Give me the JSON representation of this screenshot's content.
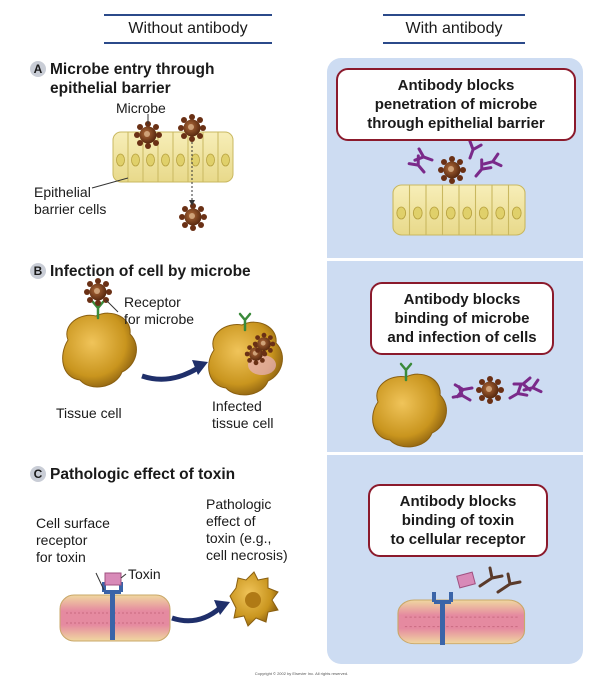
{
  "headers": {
    "left": "Without antibody",
    "right": "With antibody"
  },
  "sections": [
    {
      "letter": "A",
      "title_line1": "Microbe entry through",
      "title_line2": "epithelial barrier",
      "labels": {
        "microbe": "Microbe",
        "epithelial_line1": "Epithelial",
        "epithelial_line2": "barrier cells"
      },
      "callout_line1": "Antibody blocks",
      "callout_line2": "penetration of microbe",
      "callout_line3": "through epithelial barrier"
    },
    {
      "letter": "B",
      "title_line1": "Infection of cell by microbe",
      "labels": {
        "receptor_line1": "Receptor",
        "receptor_line2": "for microbe",
        "tissue_cell": "Tissue cell",
        "infected_line1": "Infected",
        "infected_line2": "tissue cell"
      },
      "callout_line1": "Antibody blocks",
      "callout_line2": "binding of microbe",
      "callout_line3": "and infection of cells"
    },
    {
      "letter": "C",
      "title_line1": "Pathologic effect of toxin",
      "labels": {
        "receptor_line1": "Cell surface",
        "receptor_line2": "receptor",
        "receptor_line3": "for toxin",
        "toxin": "Toxin",
        "effect_line1": "Pathologic",
        "effect_line2": "effect of",
        "effect_line3": "toxin (e.g.,",
        "effect_line4": "cell necrosis)"
      },
      "callout_line1": "Antibody blocks",
      "callout_line2": "binding of toxin",
      "callout_line3": "to cellular receptor"
    }
  ],
  "copyright": "Copyright © 2002 by Elsevier Inc. All rights reserved.",
  "colors": {
    "header_rule": "#2b4a8a",
    "panel_bg": "#cddcf2",
    "callout_border": "#8b1a2c",
    "microbe": "#7a3a1a",
    "antibody": "#7a2a8a",
    "cell_body": "#c9951e",
    "arrow": "#1f2f6a",
    "epithelium": "#f3e7a8",
    "membrane_pink": "#e58aa0",
    "receptor_blue": "#3a64a8",
    "toxin_pink": "#d88ab8"
  },
  "icons": [
    "microbe-icon",
    "antibody-icon",
    "tissue-cell-icon",
    "epithelial-barrier-icon",
    "cell-membrane-icon",
    "toxin-icon",
    "receptor-icon",
    "arrow-icon"
  ]
}
